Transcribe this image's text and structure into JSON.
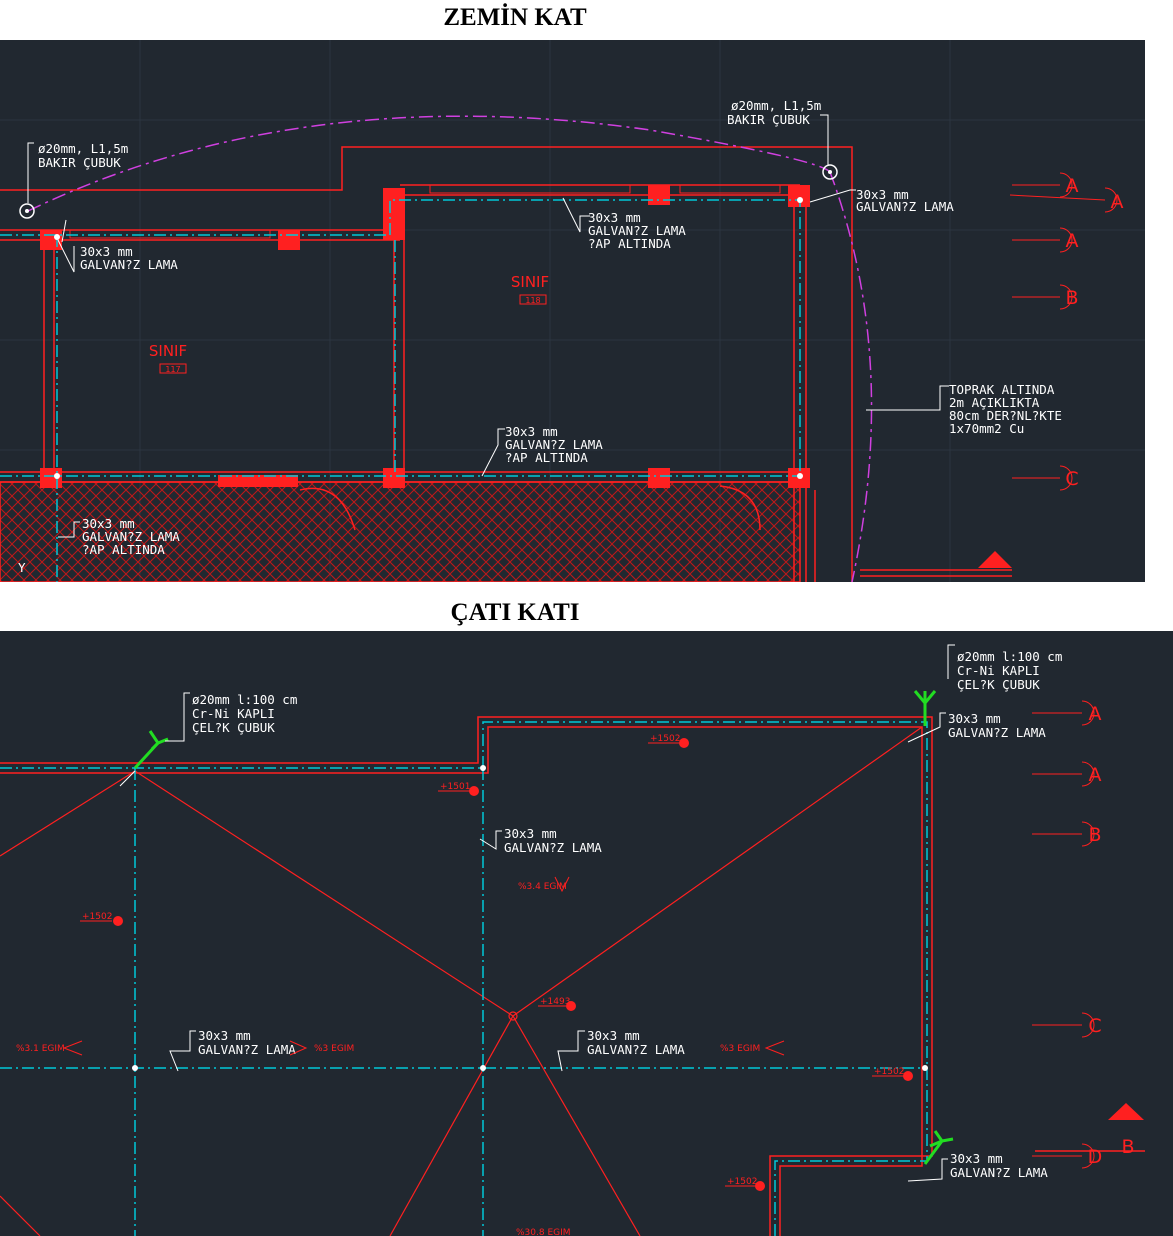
{
  "titles": {
    "ground": "ZEMİN KAT",
    "roof": "ÇATI KATI"
  },
  "ground_floor": {
    "rod_left": {
      "l1": "ø20mm, L1,5m",
      "l2": "BAKIR ÇUBUK"
    },
    "rod_right": {
      "l1": "ø20mm, L1,5m",
      "l2": "BAKIR ÇUBUK"
    },
    "strip_left": {
      "l1": "30x3 mm",
      "l2": "GALVAN?Z LAMA"
    },
    "strip_right": {
      "l1": "30x3 mm",
      "l2": "GALVAN?Z LAMA"
    },
    "strip_top_mid": {
      "l1": "30x3 mm",
      "l2": "GALVAN?Z LAMA",
      "l3": "?AP ALTINDA"
    },
    "strip_mid": {
      "l1": "30x3 mm",
      "l2": "GALVAN?Z LAMA",
      "l3": "?AP ALTINDA"
    },
    "strip_bottom": {
      "l1": "30x3 mm",
      "l2": "GALVAN?Z LAMA",
      "l3": "?AP ALTINDA"
    },
    "soil_note": {
      "l1": "TOPRAK ALTINDA",
      "l2": "2m AÇIKLIKTA",
      "l3": "80cm DER?NL?KTE",
      "l4": "1x70mm2 Cu"
    },
    "room_left": {
      "name": "SINIF",
      "number": "117"
    },
    "room_right": {
      "name": "SINIF",
      "number": "118"
    },
    "axes": [
      "A",
      "A",
      "A",
      "B",
      "C"
    ],
    "axis_mark": "Y"
  },
  "roof_floor": {
    "rod_left": {
      "l1": "ø20mm l:100 cm",
      "l2": "Cr-Ni KAPLI",
      "l3": "ÇEL?K ÇUBUK"
    },
    "rod_right": {
      "l1": "ø20mm l:100 cm",
      "l2": "Cr-Ni KAPLI",
      "l3": "ÇEL?K ÇUBUK"
    },
    "strip_top_right": {
      "l1": "30x3 mm",
      "l2": "GALVAN?Z LAMA"
    },
    "strip_center": {
      "l1": "30x3 mm",
      "l2": "GALVAN?Z LAMA"
    },
    "strip_left_mid": {
      "l1": "30x3 mm",
      "l2": "GALVAN?Z LAMA"
    },
    "strip_right_mid": {
      "l1": "30x3 mm",
      "l2": "GALVAN?Z LAMA"
    },
    "strip_bottom_right": {
      "l1": "30x3 mm",
      "l2": "GALVAN?Z LAMA"
    },
    "elevations": [
      "+1502",
      "+1501",
      "+1502",
      "+1493",
      "+1502",
      "+1502"
    ],
    "slopes": [
      "%3.4 EGIM",
      "%3.1 EGIM",
      "%3 EGIM",
      "%3 EGIM",
      "%30.8 EGIM"
    ],
    "axes": [
      "A",
      "A",
      "B",
      "C",
      "D"
    ],
    "section_mark": "B"
  },
  "colors": {
    "background": "#212830",
    "wall": "#ff2020",
    "grounding_line": "#00c8d8",
    "rod_symbol": "#22dd22",
    "arc_line": "#d040e0",
    "label": "#ffffff"
  }
}
